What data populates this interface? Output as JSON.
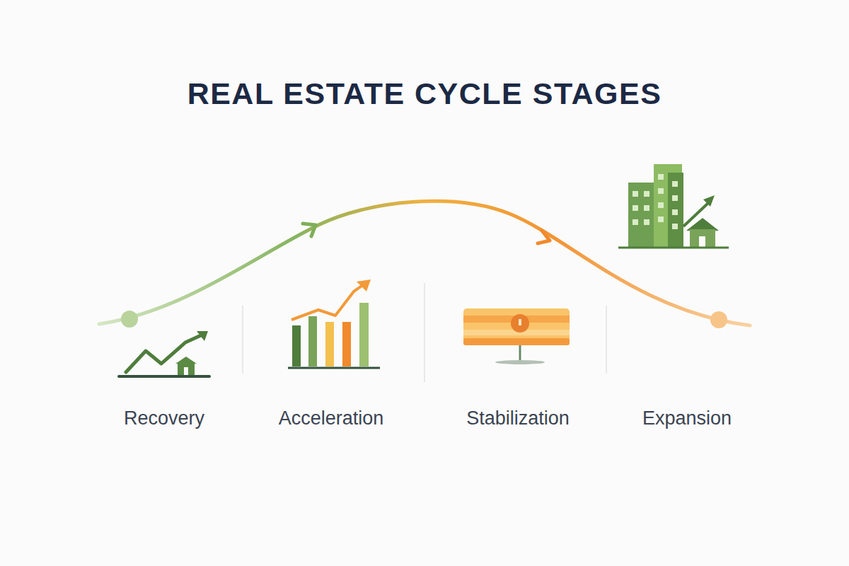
{
  "diagram": {
    "title": "REAL ESTATE CYCLE STAGES",
    "labels": [
      "Recovery",
      "Acceleration",
      "Stabilization",
      "Expansion"
    ]
  }
}
